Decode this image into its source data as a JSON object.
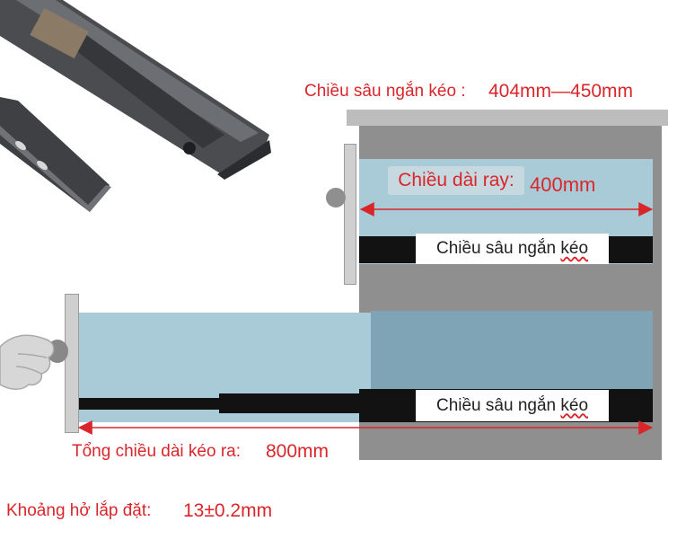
{
  "top_label": {
    "text": "Chiều sâu ngắn kéo :",
    "value": "404mm—450mm"
  },
  "rail_length": {
    "label": "Chiều dài ray:",
    "value": "400mm"
  },
  "drawer_depth_upper": {
    "prefix": "Chiều sâu ngắn ",
    "underlined": "kéo"
  },
  "drawer_depth_lower": {
    "prefix": "Chiều sâu ngắn ",
    "underlined": "kéo"
  },
  "pull_out": {
    "label": "Tổng chiều dài kéo ra:",
    "value": "800mm"
  },
  "gap": {
    "label": "Khoảng hở lắp đặt:",
    "value": "13±0.2mm"
  },
  "colors": {
    "accent": "#d9262b",
    "cabinet": "#8f8f8f",
    "drawer": "#a9cbd8",
    "rail": "#121212"
  }
}
